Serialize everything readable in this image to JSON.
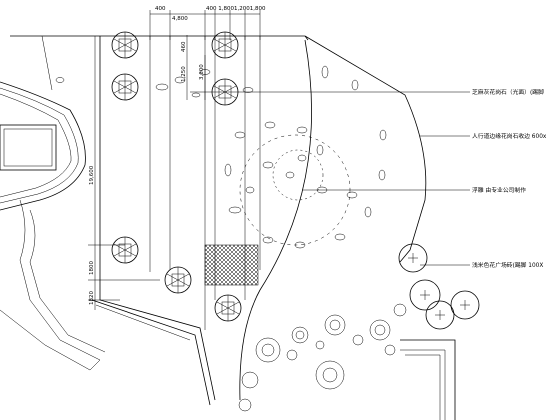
{
  "dimensions": {
    "top_left": "400",
    "top_mid": "4,800",
    "top_right": "400 1,8001,2001,800",
    "vert_a": "460",
    "vert_b": "1,250",
    "vert_c": "3,600",
    "side_a": "19,600",
    "side_b": "1800",
    "side_c": "1820"
  },
  "annotations": [
    {
      "id": "note-1",
      "text": "芝麻灰花岗石（光面）(踢脚"
    },
    {
      "id": "note-2",
      "text": "人行道边缘花岗石收边 600x"
    },
    {
      "id": "note-3",
      "text": "浮雕  由专业公司制作"
    },
    {
      "id": "note-4",
      "text": "浅米色花广场砖(踢脚 100X"
    }
  ]
}
